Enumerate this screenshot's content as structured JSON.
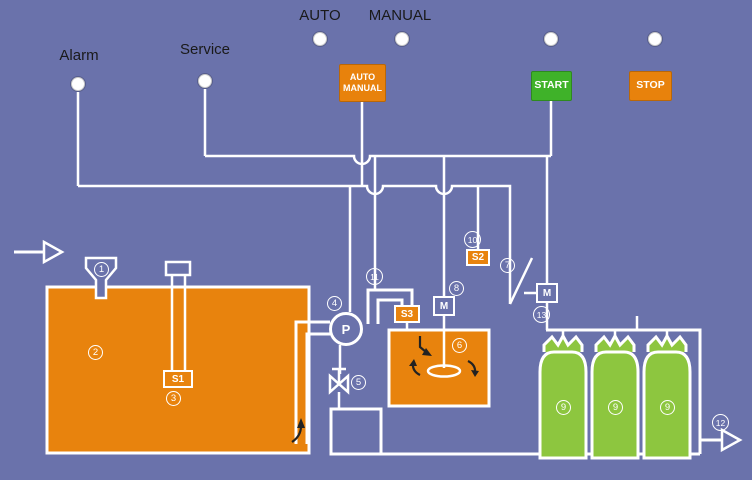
{
  "colors": {
    "background": "#6a72ab",
    "tank_orange": "#e8830d",
    "button_orange": "#e8820c",
    "start_green": "#3fb229",
    "bottle_green": "#8dc63f",
    "line_white": "#ffffff",
    "label_text": "#1a1a1a"
  },
  "header": {
    "auto_label": "AUTO",
    "manual_label": "MANUAL",
    "alarm_label": "Alarm",
    "service_label": "Service"
  },
  "buttons": {
    "auto_manual": {
      "line1": "AUTO",
      "line2": "MANUAL"
    },
    "start": "START",
    "stop": "STOP"
  },
  "devices": {
    "pump": "P",
    "sensor_s1": "S1",
    "sensor_s2": "S2",
    "sensor_s3": "S3",
    "mixer_motor": "M",
    "transfer_motor": "M"
  },
  "tags": {
    "n1": "1",
    "n2": "2",
    "n3": "3",
    "n4": "4",
    "n5": "5",
    "n6": "6",
    "n7": "7",
    "n8": "8",
    "n9": "9",
    "n10": "10",
    "n11": "11",
    "n12": "12",
    "n13": "13"
  }
}
